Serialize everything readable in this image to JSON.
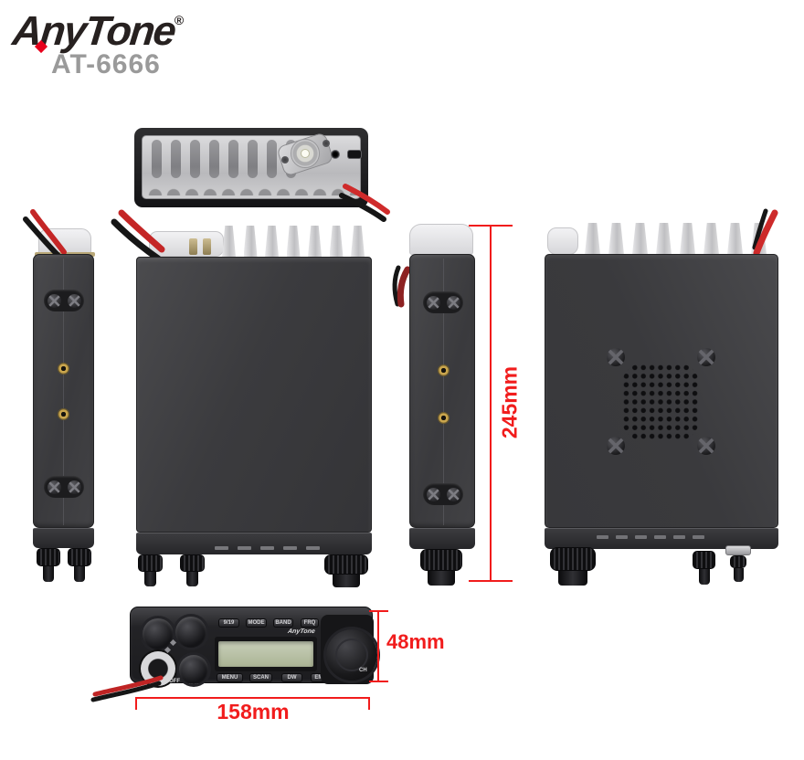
{
  "brand": {
    "name": "AnyTone",
    "registered": "®",
    "model": "AT-6666"
  },
  "dimensions": {
    "depth": "245mm",
    "height": "48mm",
    "width": "158mm"
  },
  "front_panel": {
    "brand_label": "AnyTone",
    "top_buttons": [
      "9/19",
      "MODE",
      "BAND",
      "FRQ"
    ],
    "bottom_buttons": [
      "MENU",
      "SCAN",
      "DW",
      "EMR"
    ],
    "power_label": "OFF",
    "channel_knob_label": "CH"
  },
  "colors": {
    "accent_red": "#f11c1c",
    "logo_black": "#272120",
    "logo_diamond_red": "#e8001c",
    "model_gray": "#9a9a9a",
    "body_dark": "#3f3f42",
    "heatsink_silver": "#c9c9cb",
    "lcd_green": "#b8c1aa",
    "wire_red": "#c42626",
    "wire_black": "#161616"
  }
}
